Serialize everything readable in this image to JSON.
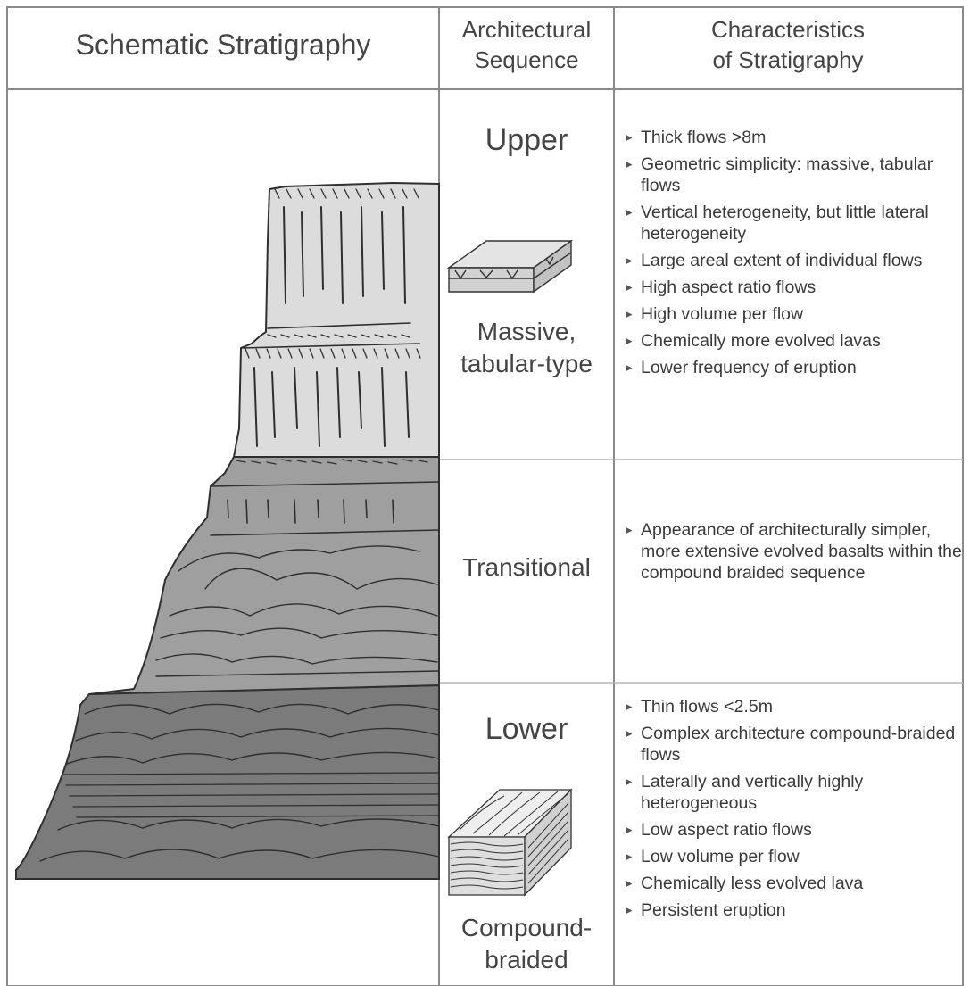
{
  "headers": {
    "schematic": "Schematic Stratigraphy",
    "architectural": [
      "Architectural",
      "Sequence"
    ],
    "characteristics": [
      "Characteristics",
      "of Stratigraphy"
    ]
  },
  "sequences": {
    "upper": {
      "name": "Upper",
      "type": [
        "Massive,",
        "tabular-type"
      ],
      "characteristics": [
        "Thick flows >8m",
        "Geometric simplicity: massive, tabular flows",
        "Vertical heterogeneity, but little lateral heterogeneity",
        "Large areal extent of individual flows",
        "High aspect ratio flows",
        "High volume per flow",
        "Chemically more evolved lavas",
        "Lower frequency of eruption"
      ]
    },
    "transitional": {
      "name": "Transitional",
      "characteristics": [
        "Appearance of architecturally simpler, more extensive evolved basalts within the compound braided sequence"
      ]
    },
    "lower": {
      "name": "Lower",
      "type": [
        "Compound-",
        "braided"
      ],
      "characteristics": [
        "Thin flows <2.5m",
        "Complex architecture compound-braided flows",
        "Laterally and vertically highly heterogeneous",
        "Low aspect ratio flows",
        "Low volume per flow",
        "Chemically less evolved lava",
        "Persistent eruption"
      ]
    }
  },
  "bullet_glyph": "►",
  "colors": {
    "upper_fill": "#dcdcdc",
    "transitional_fill": "#9f9f9f",
    "lower_fill": "#7b7b7b",
    "line": "#2f2f2f",
    "grid": "#8a8a8a"
  }
}
